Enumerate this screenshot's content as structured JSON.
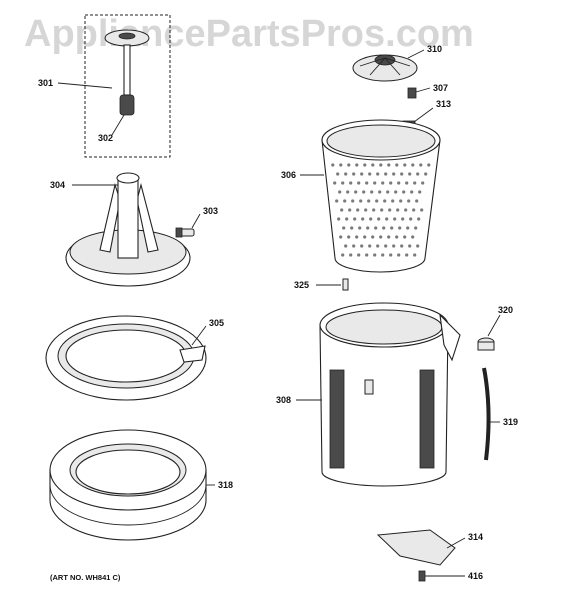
{
  "watermark": "AppliancePartsPros.com",
  "art_no": "(ART NO. WH841 C)",
  "callouts": {
    "p301": "301",
    "p302": "302",
    "p303": "303",
    "p304": "304",
    "p305": "305",
    "p306": "306",
    "p307": "307",
    "p308": "308",
    "p310": "310",
    "p313": "313",
    "p314": "314",
    "p318": "318",
    "p319": "319",
    "p320": "320",
    "p325": "325",
    "p416": "416"
  }
}
